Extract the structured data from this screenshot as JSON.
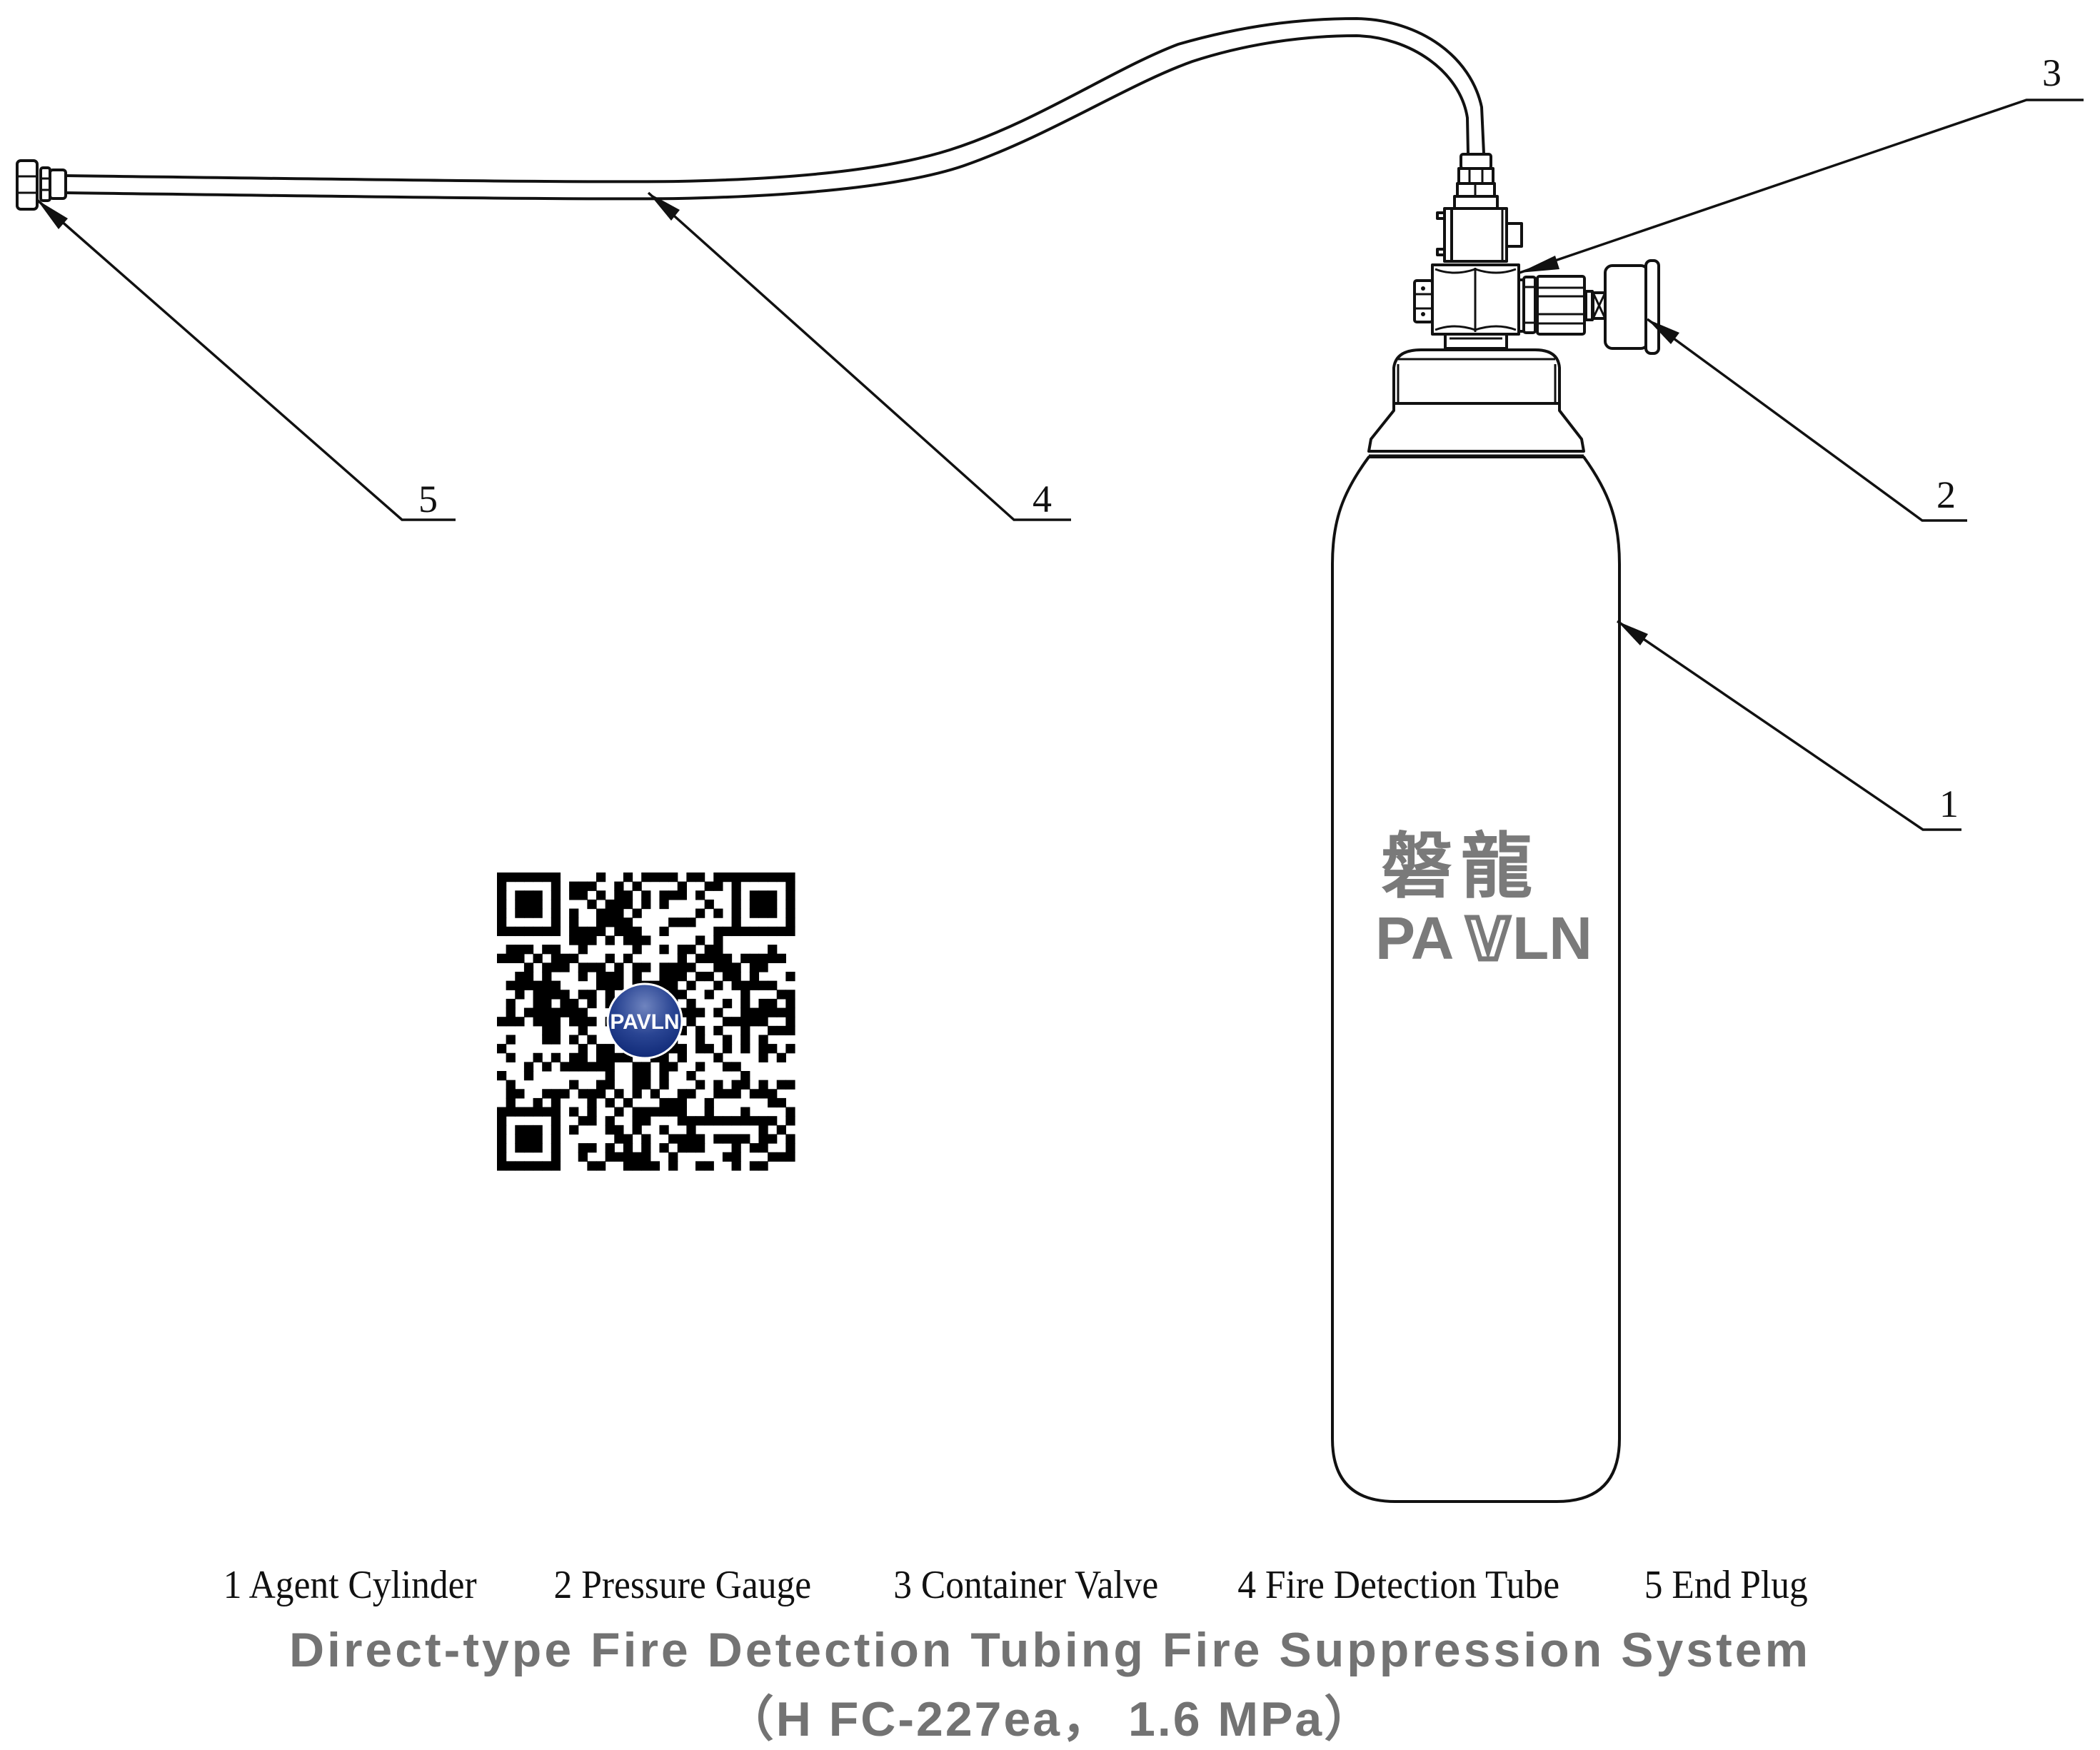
{
  "diagram": {
    "title_line1": "Direct-type Fire Detection Tubing Fire Suppression System",
    "title_line2": "（H FC-227ea，  1.6 MPa）",
    "title_color": "#737373",
    "brand": {
      "chinese_name": "磐龍",
      "latin_name": "PAVLN",
      "logo_color": "#7a7a7a",
      "qr_badge_color": "#1c3a8a"
    },
    "callouts": [
      {
        "num": "1",
        "part": "Agent Cylinder"
      },
      {
        "num": "2",
        "part": "Pressure Gauge"
      },
      {
        "num": "3",
        "part": "Container Valve"
      },
      {
        "num": "4",
        "part": "Fire Detection Tube"
      },
      {
        "num": "5",
        "part": "End Plug"
      }
    ],
    "legend": [
      "1 Agent Cylinder",
      "2 Pressure Gauge",
      "3 Container Valve",
      "4 Fire Detection Tube",
      "5 End Plug"
    ],
    "qr_code": {
      "center_label": "PAVLN"
    }
  }
}
